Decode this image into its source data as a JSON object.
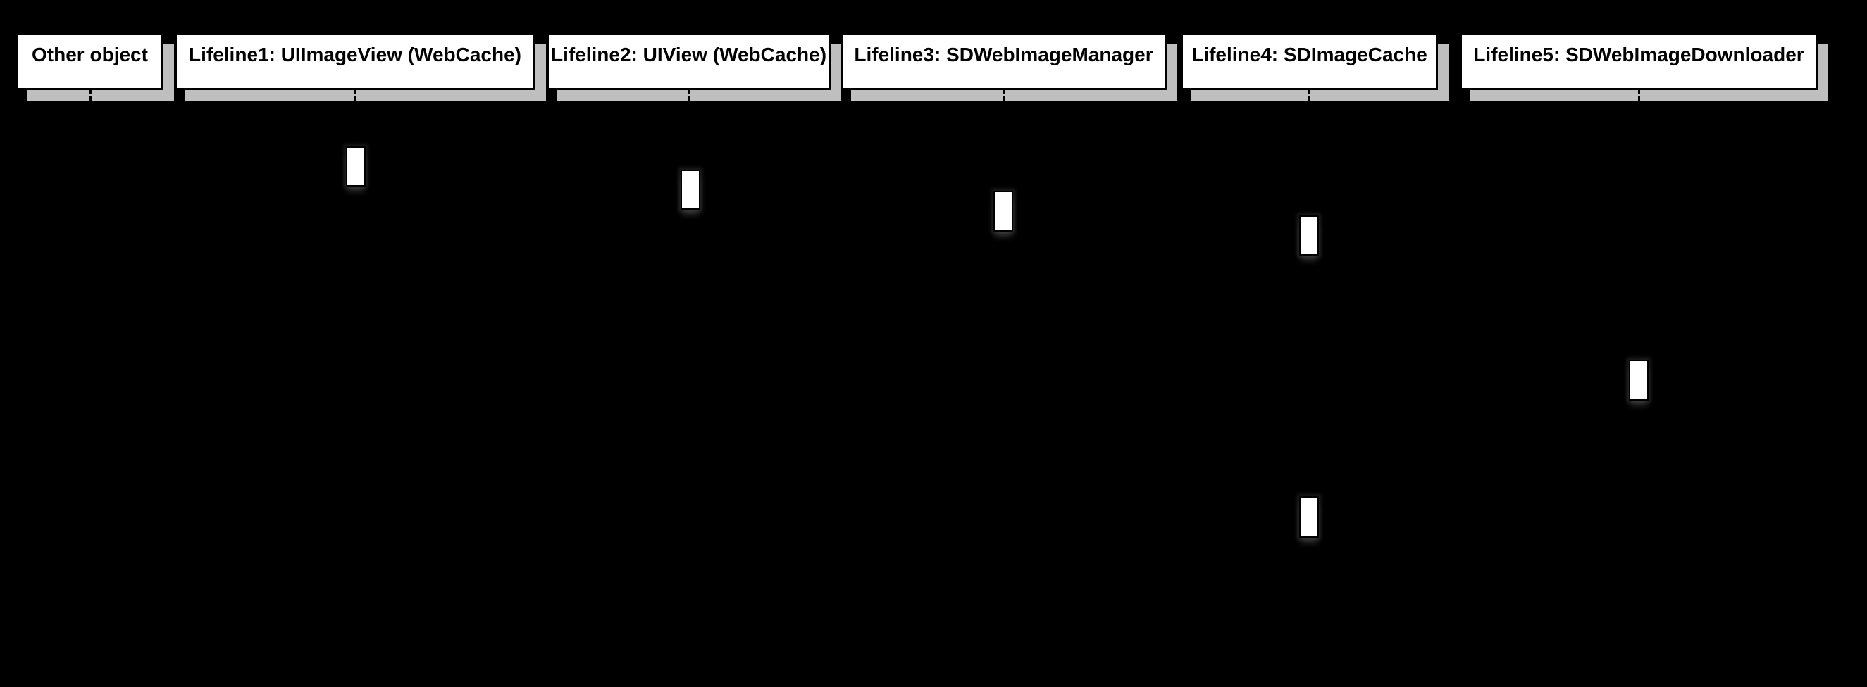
{
  "diagram": {
    "type": "uml-sequence-diagram",
    "colors": {
      "background": "#000000",
      "box_fill": "#ffffff",
      "box_border": "#000000",
      "box_shadow": "#bfbfbf",
      "label_text": "#000000",
      "activation_fill": "#ffffff"
    },
    "participants": [
      {
        "label": "Other object"
      },
      {
        "label": "Lifeline1: UIImageView (WebCache)"
      },
      {
        "label": "Lifeline2: UIView (WebCache)"
      },
      {
        "label": "Lifeline3: SDWebImageManager"
      },
      {
        "label": "Lifeline4: SDImageCache"
      },
      {
        "label": "Lifeline5: SDWebImageDownloader"
      }
    ],
    "activations": [
      {
        "participant": "Lifeline1: UIImageView (WebCache)",
        "order": 1
      },
      {
        "participant": "Lifeline2: UIView (WebCache)",
        "order": 2
      },
      {
        "participant": "Lifeline3: SDWebImageManager",
        "order": 3
      },
      {
        "participant": "Lifeline4: SDImageCache",
        "order": 4
      },
      {
        "participant": "Lifeline5: SDWebImageDownloader",
        "order": 5
      },
      {
        "participant": "Lifeline4: SDImageCache",
        "order": 6
      }
    ]
  }
}
